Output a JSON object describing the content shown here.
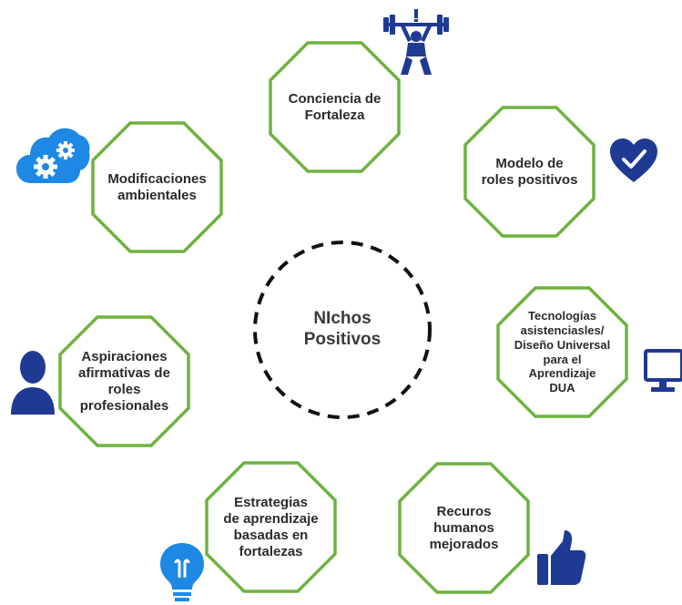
{
  "diagram": {
    "center": {
      "line1": "NIchos",
      "line2": "Positivos"
    },
    "nodes": [
      {
        "id": "conciencia",
        "lines": [
          "Conciencia de",
          "Fortaleza"
        ]
      },
      {
        "id": "modelo",
        "lines": [
          "Modelo de",
          "roles positivos"
        ]
      },
      {
        "id": "tecnologias",
        "lines": [
          "Tecnologías",
          "asistenciasles/",
          "Diseño Universal",
          "para el",
          "Aprendizaje",
          "DUA"
        ]
      },
      {
        "id": "recursos",
        "lines": [
          "Recuros",
          "humanos",
          "mejorados"
        ]
      },
      {
        "id": "estrategias",
        "lines": [
          "Estrategias",
          "de aprendizaje",
          "basadas en",
          "fortalezas"
        ]
      },
      {
        "id": "aspiraciones",
        "lines": [
          "Aspiraciones",
          "afirmativas de",
          "roles",
          "profesionales"
        ]
      },
      {
        "id": "modificaciones",
        "lines": [
          "Modificaciones",
          "ambientales"
        ]
      }
    ],
    "icons": {
      "conciencia": "weightlifter-icon",
      "modelo": "heart-check-icon",
      "tecnologias": "monitor-icon",
      "recursos": "thumbs-up-icon",
      "estrategias": "lightbulb-icon",
      "aspiraciones": "person-icon",
      "modificaciones": "cloud-gears-icon"
    },
    "colors": {
      "octagon_stroke": "#6db33f",
      "icon_dark_blue": "#1f3a93",
      "icon_light_blue": "#1e88e5",
      "center_dash": "#111111",
      "text": "#2b2b2b"
    }
  }
}
